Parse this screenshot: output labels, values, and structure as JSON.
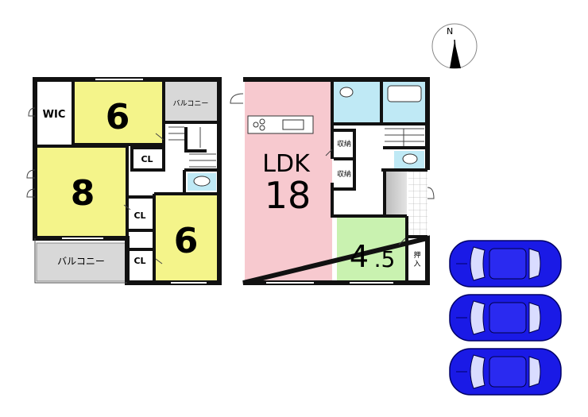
{
  "compass": {
    "north_label": "N"
  },
  "floor2": {
    "room_top": "6",
    "room_left": "8",
    "room_right": "6",
    "wic": "WIC",
    "balcony_top": "バルコニー",
    "balcony_bottom": "バルコニー",
    "closet_1": "CL",
    "closet_2": "CL",
    "closet_3": "CL"
  },
  "floor1": {
    "ldk_name": "LDK",
    "ldk_size": "18",
    "room_small_int": "4",
    "room_small_frac": ".5",
    "storage_1": "収納",
    "storage_2": "収納",
    "oshiire": "押\n入"
  },
  "parking": {
    "car_count": 3,
    "car_color": "#1a1ae6"
  },
  "colors": {
    "yellow_room": "#f4f48a",
    "pink_ldk": "#f7c9cf",
    "green_room": "#c9f2b0",
    "water_area": "#bfe9f5",
    "balcony_gray": "#d8d8d8",
    "wall": "#111111"
  }
}
